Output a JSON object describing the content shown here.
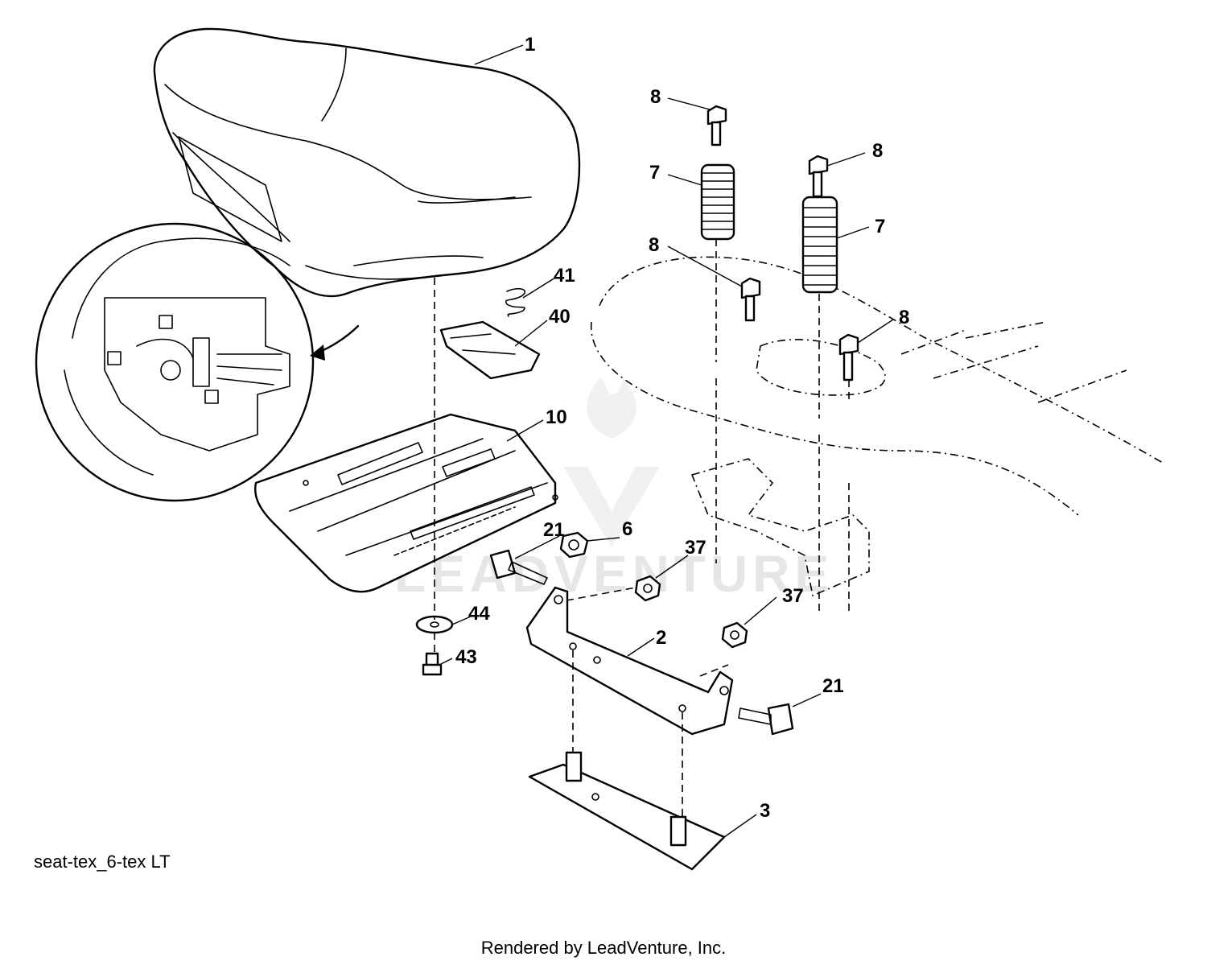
{
  "diagram": {
    "figure_code": "seat-tex_6-tex LT",
    "footer": "Rendered by LeadVenture, Inc.",
    "watermark": "LEADVENTURE",
    "callouts": [
      {
        "id": "c1",
        "label": "1",
        "part": "seat"
      },
      {
        "id": "c2",
        "label": "2",
        "part": "seat-bracket"
      },
      {
        "id": "c3",
        "label": "3",
        "part": "stud-plate"
      },
      {
        "id": "c6",
        "label": "6",
        "part": "nut"
      },
      {
        "id": "c7a",
        "label": "7",
        "part": "spring"
      },
      {
        "id": "c7b",
        "label": "7",
        "part": "spring"
      },
      {
        "id": "c8a",
        "label": "8",
        "part": "bolt"
      },
      {
        "id": "c8b",
        "label": "8",
        "part": "bolt"
      },
      {
        "id": "c8c",
        "label": "8",
        "part": "bolt"
      },
      {
        "id": "c8d",
        "label": "8",
        "part": "bolt"
      },
      {
        "id": "c10",
        "label": "10",
        "part": "seat-pan"
      },
      {
        "id": "c21a",
        "label": "21",
        "part": "shoulder-bolt"
      },
      {
        "id": "c21b",
        "label": "21",
        "part": "shoulder-bolt"
      },
      {
        "id": "c37a",
        "label": "37",
        "part": "nut"
      },
      {
        "id": "c37b",
        "label": "37",
        "part": "nut"
      },
      {
        "id": "c40",
        "label": "40",
        "part": "seat-clip"
      },
      {
        "id": "c41",
        "label": "41",
        "part": "small-spring"
      },
      {
        "id": "c43",
        "label": "43",
        "part": "screw"
      },
      {
        "id": "c44",
        "label": "44",
        "part": "washer"
      }
    ]
  }
}
